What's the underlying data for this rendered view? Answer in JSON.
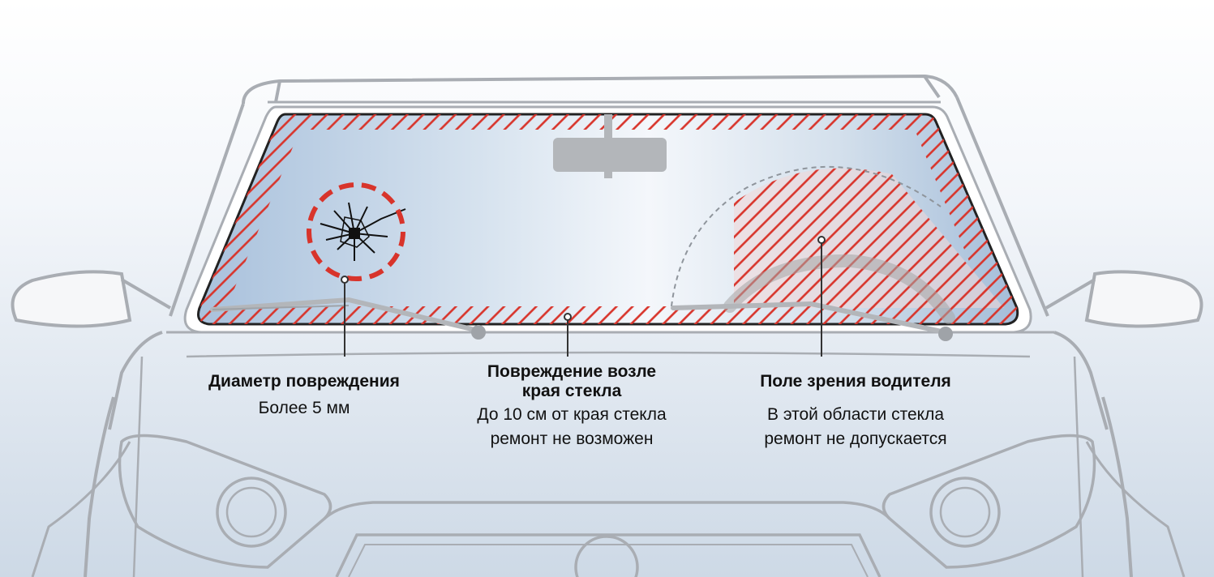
{
  "labels": {
    "damage": {
      "title": "Диаметр повреждения",
      "desc": "Более 5 мм"
    },
    "edge": {
      "title_line1": "Повреждение возле",
      "title_line2": "края стекла",
      "desc_line1": "До 10 см от края стекла",
      "desc_line2": "ремонт не возможен"
    },
    "driver": {
      "title": "Поле зрения водителя",
      "desc_line1": "В этой области стекла",
      "desc_line2": "ремонт не допускается"
    }
  },
  "colors": {
    "hatch_red": "#d8342b",
    "car_outline": "#a9adb3",
    "glass_blue": "#a9c1dc"
  }
}
